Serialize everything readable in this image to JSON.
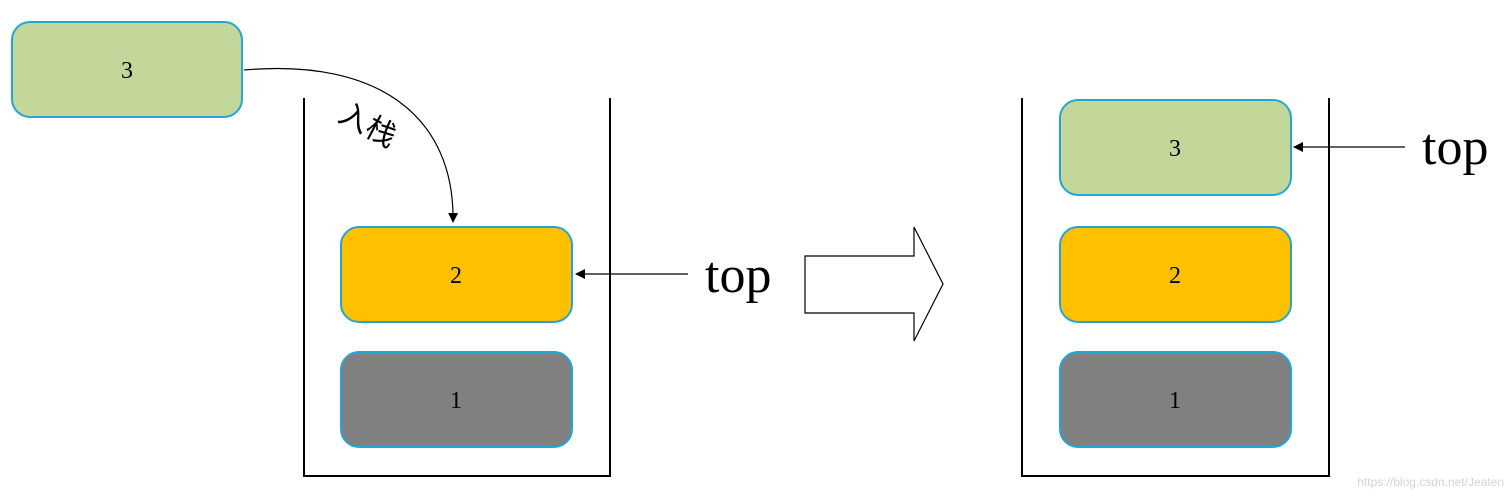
{
  "colors": {
    "block_border": "#23a5d6",
    "block_1_fill": "#808080",
    "block_2_fill": "#ffc000",
    "block_3_fill": "#c4d79b",
    "line": "#000000"
  },
  "left_stack": {
    "incoming_block": "3",
    "push_label": "入栈",
    "blocks": [
      "2",
      "1"
    ],
    "top_label": "top"
  },
  "transition": {
    "arrow_icon": "hollow-right-arrow-icon"
  },
  "right_stack": {
    "blocks": [
      "3",
      "2",
      "1"
    ],
    "top_label": "top"
  },
  "watermark": "https://blog.csdn.net/Jeaten"
}
